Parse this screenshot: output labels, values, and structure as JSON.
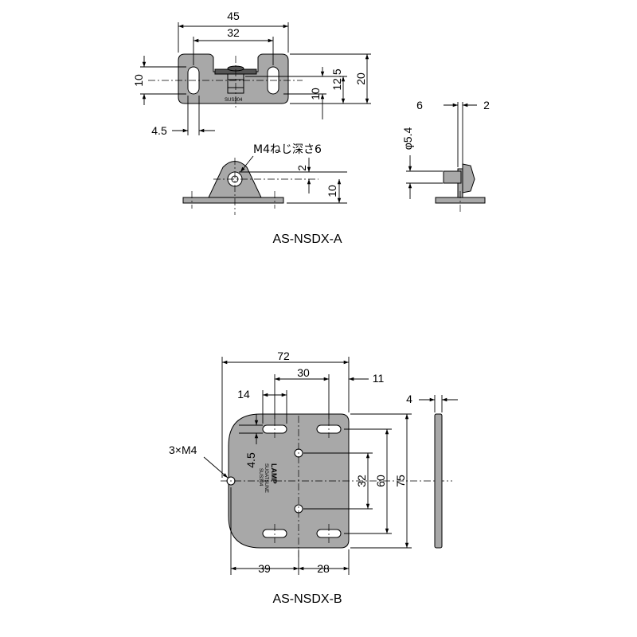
{
  "part_a": {
    "caption": "AS-NSDX-A",
    "dims": {
      "width_45": "45",
      "pitch_32": "32",
      "slot_10": "10",
      "slot_w_4_5": "4.5",
      "d_10": "10",
      "d_12_5": "12.5",
      "d_20": "20",
      "screw_label": "M4ねじ深さ6",
      "front_2": "2",
      "front_10": "10",
      "side_6": "6",
      "side_2": "2",
      "phi": "φ5.4"
    },
    "marking": "SUS304"
  },
  "part_b": {
    "caption": "AS-NSDX-B",
    "dims": {
      "width_72": "72",
      "d_30": "30",
      "d_11": "11",
      "d_14": "14",
      "d_4": "4",
      "holes": "3×M4",
      "d_4_5": "4.5",
      "d_32": "32",
      "d_60": "60",
      "d_75": "75",
      "d_39": "39",
      "d_28": "28"
    },
    "marking": [
      "LAMP",
      "SUGATSUNE",
      "SUS304"
    ]
  },
  "colors": {
    "part_fill": "#a8a8a8",
    "line": "#000000"
  }
}
